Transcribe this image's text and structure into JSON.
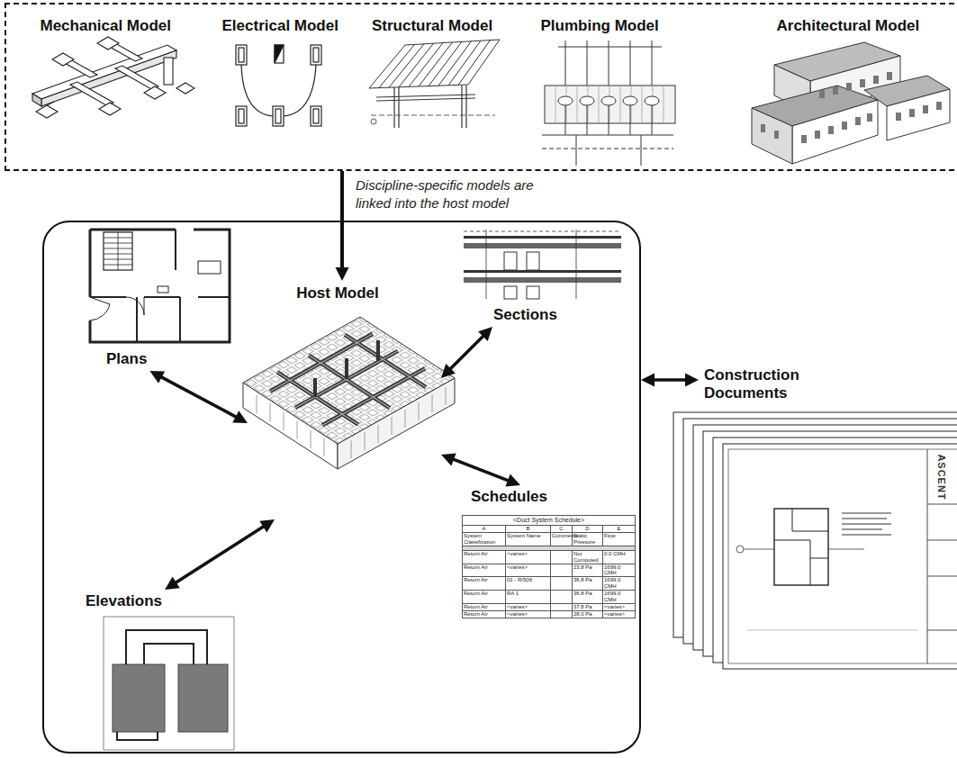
{
  "diagram": {
    "nodes": [
      {
        "text": []
      },
      {
        "text": [
          "Mechanical Model"
        ],
        "in": 0
      },
      {
        "text": [
          "Electrical Model"
        ],
        "in": 0
      },
      {
        "text": [
          "Structural Model"
        ],
        "in": 0
      },
      {
        "text": [
          "Plumbing Model"
        ],
        "in": 0
      },
      {
        "text": [
          "Architectural Model"
        ],
        "in": 0
      },
      {
        "text": []
      },
      {
        "text": [
          "Plans"
        ],
        "in": 6
      },
      {
        "text": [
          "Host Model"
        ],
        "in": 6
      },
      {
        "text": [
          "Sections"
        ],
        "in": 6
      },
      {
        "text": [
          "Elevations"
        ],
        "in": 6
      },
      {
        "text": [
          "Schedules"
        ],
        "in": 6
      },
      {
        "text": [
          "Construction Documents"
        ]
      }
    ],
    "edges": [
      {
        "from": 0,
        "to": 8,
        "arrow": "to",
        "label": "Discipline-specific models are linked into the host model"
      },
      {
        "from": 8,
        "to": 7,
        "arrow": "both"
      },
      {
        "from": 8,
        "to": 9,
        "arrow": "both"
      },
      {
        "from": 8,
        "to": 10,
        "arrow": "both"
      },
      {
        "from": 8,
        "to": 11,
        "arrow": "both"
      },
      {
        "from": 6,
        "to": 12,
        "arrow": "both"
      }
    ],
    "labels": [
      "<Duct System Schedule>",
      "A",
      "B",
      "C",
      "D",
      "E",
      "System Classification",
      "System Name",
      "Comments",
      "Static Pressure",
      "Flow",
      "Return Air",
      "<varies>",
      "Not Computed",
      "0.0 CMH",
      "Return Air",
      "<varies>",
      "23.8 Pa",
      "1699.0 CMH",
      "Return Air",
      "01 - R/506",
      "36.8 Pa",
      "1699.0 CMH",
      "Return Air",
      "RA 1",
      "36.8 Pa",
      "1699.0 CMH",
      "Return Air",
      "<varies>",
      "37.8 Pa",
      "<varies>",
      "Return Air",
      "<varies>",
      "28.0 Pa",
      "<varies>",
      "ASCENT"
    ]
  }
}
